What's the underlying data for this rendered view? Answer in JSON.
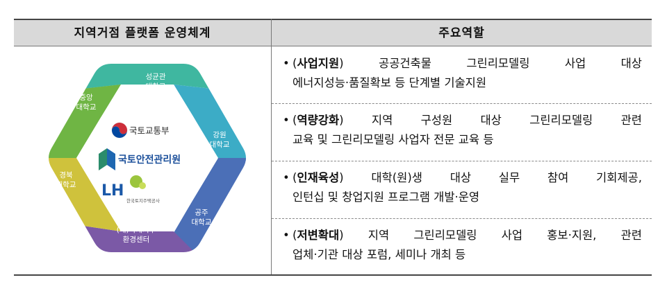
{
  "header": {
    "left_title": "지역거점 플랫폼 운영체계",
    "right_title": "주요역할"
  },
  "diagram": {
    "universities": [
      {
        "name": "성균관",
        "sub": "대학교"
      },
      {
        "name": "강원",
        "sub": "대학교"
      },
      {
        "name": "공주",
        "sub": "대학교"
      },
      {
        "name": "(재)국제기후",
        "sub": "환경센터"
      },
      {
        "name": "경북",
        "sub": "대학교"
      },
      {
        "name": "중앙",
        "sub": "대학교"
      }
    ],
    "center": {
      "ministry": "국토교통부",
      "authority": "국토안전관리원",
      "lh_logo": "LH",
      "lh_name": "한국토지주택공사"
    },
    "colors": {
      "top": "#3fb7a0",
      "right_upper": "#3cacc6",
      "right_lower": "#4b6fb7",
      "bottom": "#7b59a6",
      "left_lower": "#cfc23c",
      "left_upper": "#6fb544"
    }
  },
  "roles": [
    {
      "bullet": "•",
      "open": "(",
      "keyword": "사업지원",
      "close": ")",
      "line1": [
        "공공건축물",
        "그린리모델링",
        "사업",
        "대상"
      ],
      "line2": "에너지성능·품질확보 등 단계별 기술지원"
    },
    {
      "bullet": "•",
      "open": "(",
      "keyword": "역량강화",
      "close": ")",
      "line1": [
        "지역",
        "구성원",
        "대상",
        "그린리모델링",
        "관련"
      ],
      "line2": "교육 및 그린리모델링 사업자 전문 교육 등"
    },
    {
      "bullet": "•",
      "open": "(",
      "keyword": "인재육성",
      "close": ")",
      "line1": [
        "대학(원)생",
        "대상",
        "실무",
        "참여",
        "기회제공,"
      ],
      "line2": "인턴십 및 창업지원 프로그램 개발·운영"
    },
    {
      "bullet": "•",
      "open": "(",
      "keyword": "저변확대",
      "close": ")",
      "line1": [
        "지역",
        "그린리모델링",
        "사업",
        "홍보·지원,",
        "관련"
      ],
      "line2": "업체·기관 대상 포럼, 세미나 개최 등"
    }
  ]
}
